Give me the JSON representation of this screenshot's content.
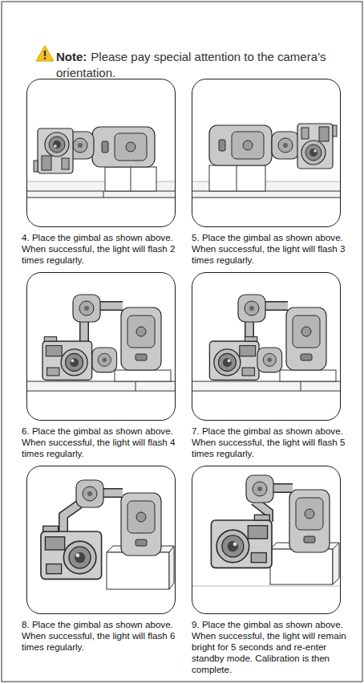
{
  "diagram": {
    "nodes": [
      {
        "text": [
          "4. Place the gimbal as shown above. When successful, the light will flash 2 times regularly."
        ]
      },
      {
        "text": [
          "5. Place the gimbal as shown above. When successful, the light will flash 3 times regularly."
        ]
      },
      {
        "text": [
          "6. Place the gimbal as shown above. When successful, the light will flash 4 times regularly."
        ]
      },
      {
        "text": [
          "7. Place the gimbal as shown above. When successful, the light will flash 5 times regularly."
        ]
      },
      {
        "text": [
          "8. Place the gimbal as shown above. When successful, the light will flash 6 times regularly."
        ]
      },
      {
        "text": [
          "9. Place the gimbal as shown above. When successful, the light will remain bright for 5 seconds and re-enter standby mode. Calibration is then complete."
        ]
      }
    ],
    "labels": [
      "Note:",
      "Please pay special attention to the camera’s orientation."
    ]
  }
}
